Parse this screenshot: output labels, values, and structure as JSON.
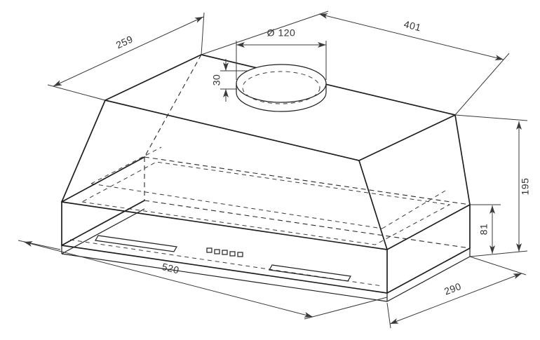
{
  "drawing": {
    "kind": "cooker-hood-dimension-drawing",
    "colors": {
      "background": "#ffffff",
      "line": "#1f1f1f",
      "dimension": "#3a3a3a",
      "text": "#333333"
    },
    "dimensions": {
      "collar_diameter": "Ø 120",
      "top_width": "401",
      "top_depth": "259",
      "collar_height": "30",
      "total_height": "195",
      "lower_section_height": "81",
      "body_width": "520",
      "body_depth": "290"
    }
  }
}
